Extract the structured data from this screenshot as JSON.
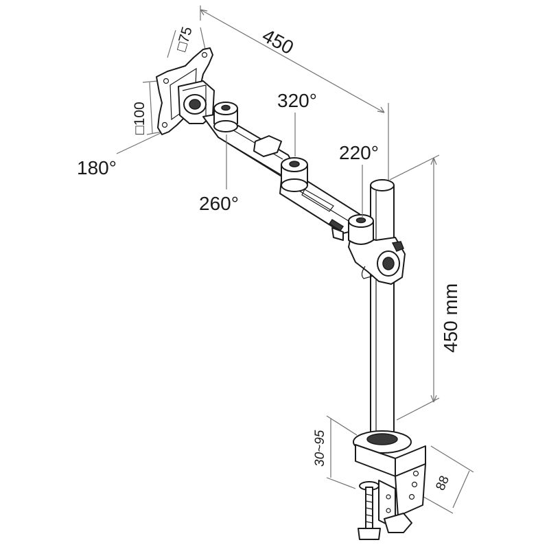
{
  "labels": {
    "vesa_small": "75",
    "vesa_large": "100",
    "arm_reach": "450",
    "angle_320": "320°",
    "angle_220": "220°",
    "angle_180": "180°",
    "angle_260": "260°",
    "pole_height": "450 mm",
    "clamp_range": "30~95",
    "clamp_depth": "88"
  },
  "colors": {
    "line": "#1a1a1a",
    "dimension": "#707070",
    "shade": "#3a3a3a"
  }
}
